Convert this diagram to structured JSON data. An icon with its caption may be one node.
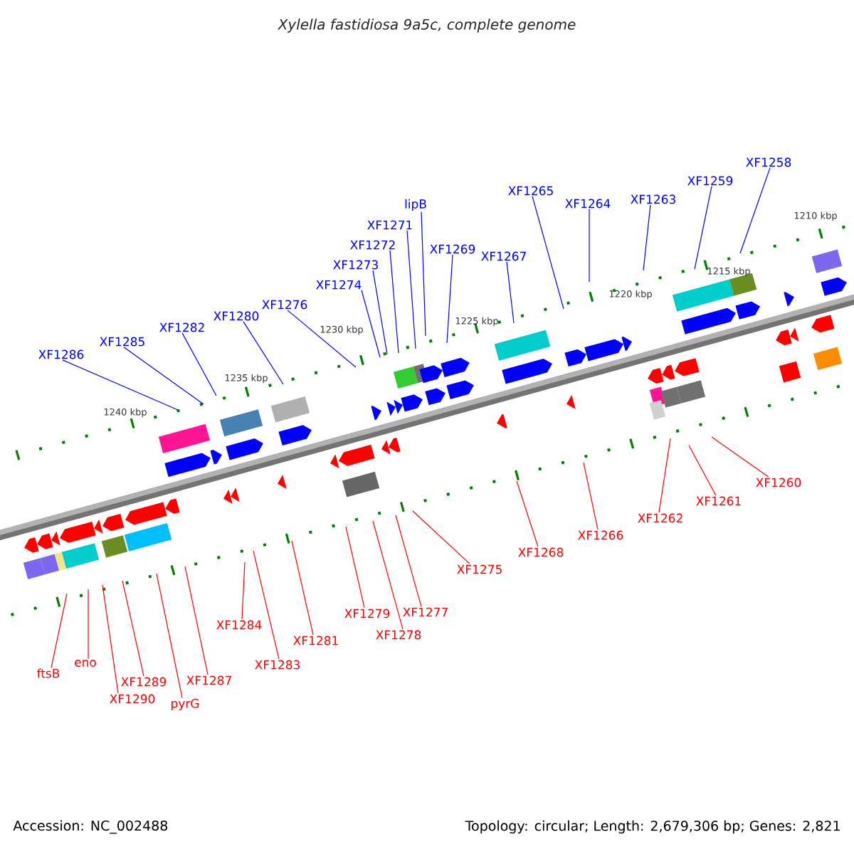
{
  "diagram": {
    "title": "Xylella fastidiosa 9a5c, complete genome",
    "nodes": [
      {
        "text": [
          "XF1286"
        ]
      },
      {
        "text": [
          "XF1285"
        ]
      },
      {
        "text": [
          "XF1282"
        ]
      },
      {
        "text": [
          "XF1280"
        ]
      },
      {
        "text": [
          "XF1276"
        ]
      },
      {
        "text": [
          "XF1274"
        ]
      },
      {
        "text": [
          "XF1273"
        ]
      },
      {
        "text": [
          "XF1272"
        ]
      },
      {
        "text": [
          "XF1271"
        ]
      },
      {
        "text": [
          "lipB"
        ]
      },
      {
        "text": [
          "XF1269"
        ]
      },
      {
        "text": [
          "XF1267"
        ]
      },
      {
        "text": [
          "XF1265"
        ]
      },
      {
        "text": [
          "XF1264"
        ]
      },
      {
        "text": [
          "XF1263"
        ]
      },
      {
        "text": [
          "XF1259"
        ]
      },
      {
        "text": [
          "XF1258"
        ]
      },
      {
        "text": [
          "ftsB"
        ]
      },
      {
        "text": [
          "eno"
        ]
      },
      {
        "text": [
          "XF1290"
        ]
      },
      {
        "text": [
          "XF1289"
        ]
      },
      {
        "text": [
          "pyrG"
        ]
      },
      {
        "text": [
          "XF1287"
        ]
      },
      {
        "text": [
          "XF1284"
        ]
      },
      {
        "text": [
          "XF1283"
        ]
      },
      {
        "text": [
          "XF1281"
        ]
      },
      {
        "text": [
          "XF1279"
        ]
      },
      {
        "text": [
          "XF1278"
        ]
      },
      {
        "text": [
          "XF1277"
        ]
      },
      {
        "text": [
          "XF1275"
        ]
      },
      {
        "text": [
          "XF1268"
        ]
      },
      {
        "text": [
          "XF1266"
        ]
      },
      {
        "text": [
          "XF1262"
        ]
      },
      {
        "text": [
          "XF1261"
        ]
      },
      {
        "text": [
          "XF1260"
        ]
      }
    ],
    "edges": [
      {
        "from": 0,
        "to": null,
        "arrow": "none",
        "color": "#0000ff"
      },
      {
        "from": 1,
        "to": null,
        "arrow": "none",
        "color": "#0000ff"
      },
      {
        "from": 2,
        "to": null,
        "arrow": "none",
        "color": "#0000ff"
      },
      {
        "from": 3,
        "to": null,
        "arrow": "none",
        "color": "#0000ff"
      },
      {
        "from": 4,
        "to": null,
        "arrow": "none",
        "color": "#0000ff"
      },
      {
        "from": 5,
        "to": null,
        "arrow": "none",
        "color": "#0000ff"
      },
      {
        "from": 6,
        "to": null,
        "arrow": "none",
        "color": "#0000ff"
      },
      {
        "from": 7,
        "to": null,
        "arrow": "none",
        "color": "#0000ff"
      },
      {
        "from": 8,
        "to": null,
        "arrow": "none",
        "color": "#0000ff"
      },
      {
        "from": 9,
        "to": null,
        "arrow": "none",
        "color": "#0000ff"
      },
      {
        "from": 10,
        "to": null,
        "arrow": "none",
        "color": "#0000ff"
      },
      {
        "from": 11,
        "to": null,
        "arrow": "none",
        "color": "#0000ff"
      },
      {
        "from": 12,
        "to": null,
        "arrow": "none",
        "color": "#0000ff"
      },
      {
        "from": 13,
        "to": null,
        "arrow": "none",
        "color": "#0000ff"
      },
      {
        "from": 14,
        "to": null,
        "arrow": "none",
        "color": "#0000ff"
      },
      {
        "from": 15,
        "to": null,
        "arrow": "none",
        "color": "#0000ff"
      },
      {
        "from": 16,
        "to": null,
        "arrow": "none",
        "color": "#0000ff"
      },
      {
        "from": 17,
        "to": null,
        "arrow": "none",
        "color": "#ff0000"
      },
      {
        "from": 18,
        "to": null,
        "arrow": "none",
        "color": "#ff0000"
      },
      {
        "from": 19,
        "to": null,
        "arrow": "none",
        "color": "#ff0000"
      },
      {
        "from": 20,
        "to": null,
        "arrow": "none",
        "color": "#ff0000"
      },
      {
        "from": 21,
        "to": null,
        "arrow": "none",
        "color": "#ff0000"
      },
      {
        "from": 22,
        "to": null,
        "arrow": "none",
        "color": "#ff0000"
      },
      {
        "from": 23,
        "to": null,
        "arrow": "none",
        "color": "#ff0000"
      },
      {
        "from": 24,
        "to": null,
        "arrow": "none",
        "color": "#ff0000"
      },
      {
        "from": 25,
        "to": null,
        "arrow": "none",
        "color": "#ff0000"
      },
      {
        "from": 26,
        "to": null,
        "arrow": "none",
        "color": "#ff0000"
      },
      {
        "from": 27,
        "to": null,
        "arrow": "none",
        "color": "#ff0000"
      },
      {
        "from": 28,
        "to": null,
        "arrow": "none",
        "color": "#ff0000"
      },
      {
        "from": 29,
        "to": null,
        "arrow": "none",
        "color": "#ff0000"
      },
      {
        "from": 30,
        "to": null,
        "arrow": "none",
        "color": "#ff0000"
      },
      {
        "from": 31,
        "to": null,
        "arrow": "none",
        "color": "#ff0000"
      },
      {
        "from": 32,
        "to": null,
        "arrow": "none",
        "color": "#ff0000"
      },
      {
        "from": 33,
        "to": null,
        "arrow": "none",
        "color": "#ff0000"
      },
      {
        "from": 34,
        "to": null,
        "arrow": "none",
        "color": "#ff0000"
      }
    ],
    "labels": [
      "1240 kbp",
      "1235 kbp",
      "1230 kbp",
      "1225 kbp",
      "1220 kbp",
      "1215 kbp",
      "1210 kbp",
      "Accession: NC_002488",
      "Topology: circular; Length: 2,679,306 bp; Genes: 2,821"
    ]
  }
}
